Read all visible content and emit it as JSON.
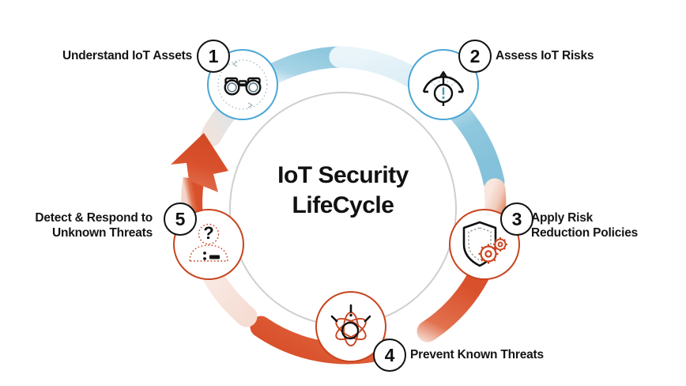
{
  "diagram": {
    "type": "cycle",
    "center_title": "IoT Security\nLifeCycle",
    "colors": {
      "blue_node_border": "#4BA6D6",
      "orange_node_border": "#C8441F",
      "ring_blue": "#8FC8DE",
      "ring_blue_light": "#DCEEF5",
      "ring_orange": "#D9512C",
      "ring_orange_light": "#F6DDD4",
      "arrow": "#D9512C",
      "inner_ring_gray": "#C9C9C9",
      "text": "#141414",
      "badge_border": "#111111"
    },
    "steps": [
      {
        "number": "1",
        "label": "Understand IoT Assets",
        "icon": "binoculars-icon",
        "accent": "blue"
      },
      {
        "number": "2",
        "label": "Assess IoT Risks",
        "icon": "risk-gauge-icon",
        "accent": "blue"
      },
      {
        "number": "3",
        "label": "Apply Risk\nReduction Policies",
        "icon": "shield-gears-icon",
        "accent": "orange"
      },
      {
        "number": "4",
        "label": "Prevent Known Threats",
        "icon": "virus-atom-icon",
        "accent": "orange"
      },
      {
        "number": "5",
        "label": "Detect & Respond to\nUnknown Threats",
        "icon": "unknown-user-icon",
        "accent": "orange"
      }
    ]
  }
}
